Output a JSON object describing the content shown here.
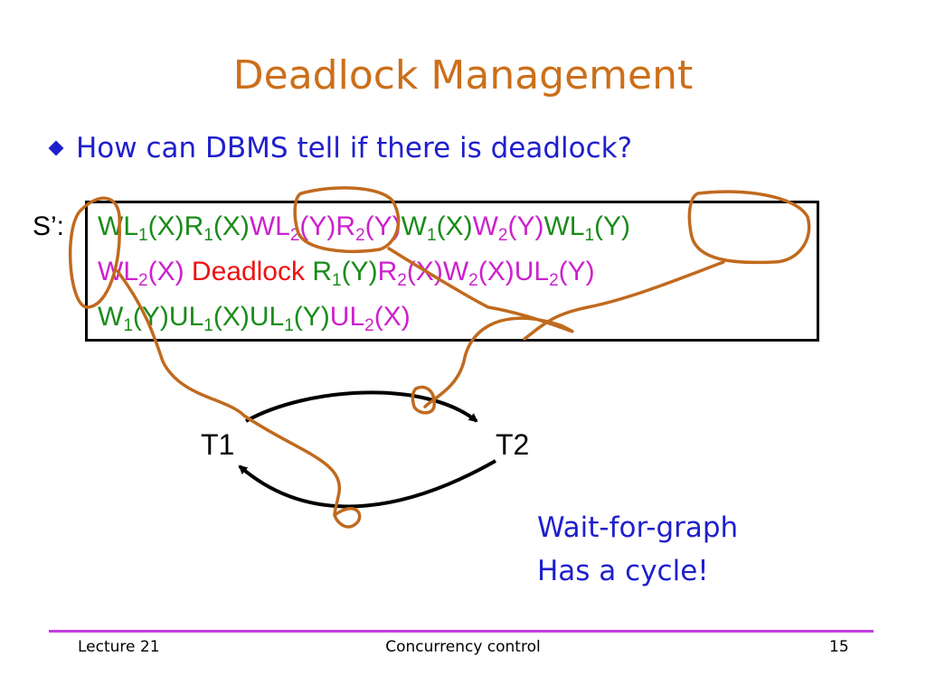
{
  "title": "Deadlock Management",
  "bullet": "How can DBMS tell if there is deadlock?",
  "schedule_label": "S’:",
  "schedule_lines": [
    [
      {
        "t": "WL",
        "s": "1",
        "r": "(X)",
        "color": "#1a8c1a"
      },
      {
        "t": "R",
        "s": "1",
        "r": "(X)",
        "color": "#1a8c1a"
      },
      {
        "t": "WL",
        "s": "2",
        "r": "(Y)",
        "color": "#cc22cc"
      },
      {
        "t": "R",
        "s": "2",
        "r": "(Y)",
        "color": "#cc22cc"
      },
      {
        "t": "W",
        "s": "1",
        "r": "(X)",
        "color": "#1a8c1a"
      },
      {
        "t": "W",
        "s": "2",
        "r": "(Y)",
        "color": "#cc22cc"
      },
      {
        "t": "WL",
        "s": "1",
        "r": "(Y)",
        "color": "#1a8c1a"
      }
    ],
    [
      {
        "t": "WL",
        "s": "2",
        "r": "(X) ",
        "color": "#cc22cc"
      },
      {
        "t": "Deadlock ",
        "s": "",
        "r": "",
        "color": "#ee1111"
      },
      {
        "t": "R",
        "s": "1",
        "r": "(Y)",
        "color": "#1a8c1a"
      },
      {
        "t": "R",
        "s": "2",
        "r": "(X)",
        "color": "#cc22cc"
      },
      {
        "t": "W",
        "s": "2",
        "r": "(X)",
        "color": "#cc22cc"
      },
      {
        "t": "UL",
        "s": "2",
        "r": "(Y)",
        "color": "#cc22cc"
      }
    ],
    [
      {
        "t": "W",
        "s": "1",
        "r": "(Y)",
        "color": "#1a8c1a"
      },
      {
        "t": "UL",
        "s": "1",
        "r": "(X)",
        "color": "#1a8c1a"
      },
      {
        "t": "UL",
        "s": "1",
        "r": "(Y)",
        "color": "#1a8c1a"
      },
      {
        "t": "UL",
        "s": "2",
        "r": "(X)",
        "color": "#cc22cc"
      }
    ]
  ],
  "graph": {
    "node_1": "T1",
    "node_2": "T2"
  },
  "note": {
    "line1": "Wait-for-graph",
    "line2": "Has a cycle!"
  },
  "footer": {
    "left": "Lecture 21",
    "center": "Concurrency control",
    "right": "15"
  },
  "colors": {
    "title": "#cc6f1a",
    "text_blue": "#1f1fcc",
    "txn1_green": "#1a8c1a",
    "txn2_magenta": "#cc22cc",
    "deadlock_red": "#ee1111",
    "annotation": "#c06a1e",
    "rule": "#c43fe2"
  }
}
